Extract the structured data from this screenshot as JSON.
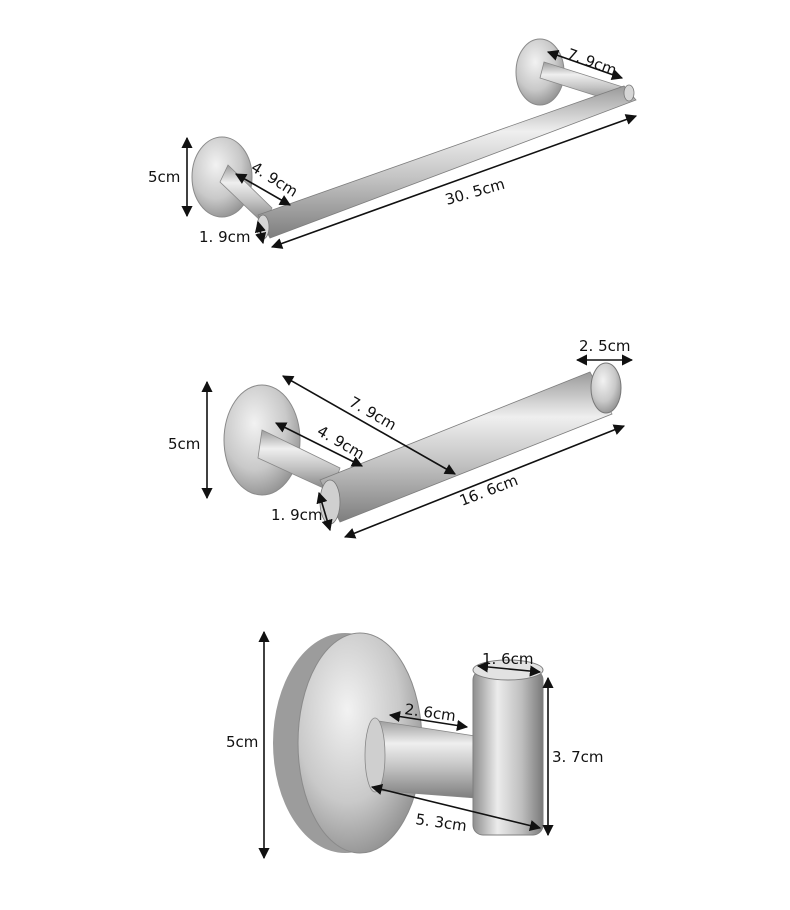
{
  "products": [
    {
      "name": "",
      "dimensions": {
        "height": "5cm",
        "projection": "7. 9cm",
        "arm_length": "4. 9cm",
        "length": "30. 5cm",
        "diameter": "1. 9cm"
      }
    },
    {
      "name": "",
      "dimensions": {
        "height": "5cm",
        "end_cap": "2. 5cm",
        "projection": "7. 9cm",
        "arm_length": "4. 9cm",
        "length": "16. 6cm",
        "diameter": "1. 9cm"
      }
    },
    {
      "name": "",
      "dimensions": {
        "height": "5cm",
        "hook_diameter": "1. 6cm",
        "arm_length": "2. 6cm",
        "hook_height": "3. 7cm",
        "projection": "5. 3cm"
      }
    }
  ],
  "colors": {
    "steel_light": "#e6e6e6",
    "steel_mid": "#bcbcbc",
    "steel_dark": "#8a8a8a",
    "dimension_line": "#111111"
  }
}
